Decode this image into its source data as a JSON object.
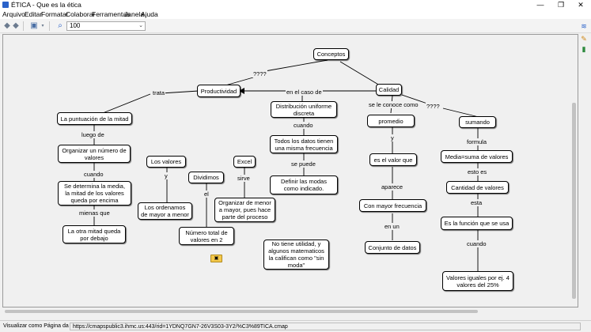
{
  "window": {
    "title": "ÉTICA - Que es la ética",
    "buttons": [
      "—",
      "❐",
      "✕"
    ]
  },
  "menubar": {
    "items": [
      "Arquivo",
      "Editar",
      "Formatar",
      "Colaborar",
      "Ferramentas",
      "Janela",
      "Ajuda"
    ]
  },
  "toolbar": {
    "zoom_value": "100"
  },
  "concept_map": {
    "nodes": {
      "conceptos": "Conceptos",
      "productividad": "Productividad",
      "calidad": "Calidad",
      "puntuacion": "La puntuación de la mitad",
      "organizar_numero": "Organizar un número de valores",
      "determina_media": "Se determina la media, la mitad de los valores queda por encima",
      "otra_mitad": "La otra mitad queda por debajo",
      "los_valores": "Los valores",
      "ordenamos": "Los ordenamos de mayor a menor",
      "dividimos": "Dividimos",
      "numero_total": "Número total de valores en 2",
      "excel": "Excel",
      "organizar_menor": "Organizar de menor a mayor, pues hace parte del proceso",
      "distribucion": "Distribución uniforme discreta",
      "todos_datos": "Todos los datos tienen una misma frecuencia",
      "definir_modas": "Definir las modas como indicado.",
      "no_utilidad": "No tiene utilidad, y algunos matematicos la califican como \"sin moda\"",
      "promedio": "promedio",
      "valor_que": "es el valor que",
      "mayor_frecuencia": "Con mayor frecuencia",
      "conjunto": "Conjunto de datos",
      "sumando": "sumando",
      "media_suma": "Media=suma de valores",
      "cantidad": "Cantidad de valores",
      "funcion": "Es la función que se usa",
      "valores_iguales": "Valores iguales por ej. 4 valores del 25%"
    },
    "links": {
      "q1": "????",
      "trata": "trata",
      "en_el_caso": "en el caso de",
      "se_conoce": "se le conoce como",
      "q2": "????",
      "luego_de": "luego de",
      "cuando1": "cuando",
      "mienas_que": "mienas que",
      "y1": "y",
      "el": "el",
      "sirve": "sirve",
      "cuando2": "cuando",
      "se_puede": "se puede",
      "y2": "y",
      "aparece": "aparece",
      "en_un": "en un",
      "formula": "formula",
      "esto_es": "esto es",
      "esta": "esta",
      "cuando3": "cuando"
    }
  },
  "statusbar": {
    "left_text": "Visualizar como Página da Web",
    "url": "https://cmapspublic3.ihmc.us:443/rid=1YDNQ7GN7-26V3S03-3Y2/%C3%89TICA.cmap"
  }
}
